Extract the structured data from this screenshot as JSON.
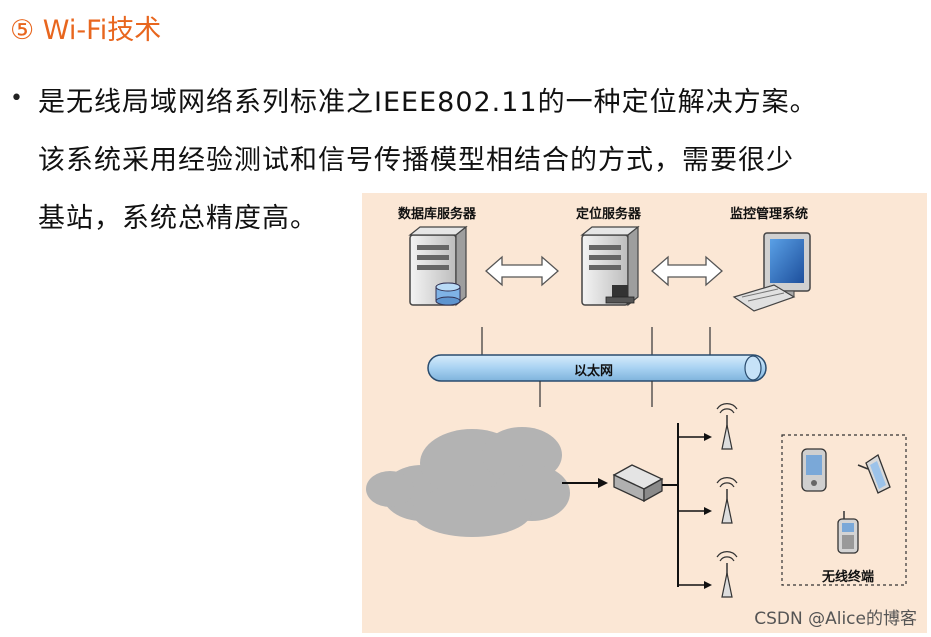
{
  "heading": "⑤ Wi-Fi技术",
  "paragraph": {
    "line1": "是无线局域网络系列标准之IEEE802.11的一种定位解决方案。",
    "line2": "该系统采用经验测试和信号传播模型相结合的方式，需要很少",
    "line3": "基站，系统总精度高。"
  },
  "diagram": {
    "db_server_label": "数据库服务器",
    "locate_server_label": "定位服务器",
    "monitor_label": "监控管理系统",
    "ethernet_label": "以太网",
    "wireless_terminal_label": "无线终端"
  },
  "watermark": "CSDN @Alice的博客"
}
